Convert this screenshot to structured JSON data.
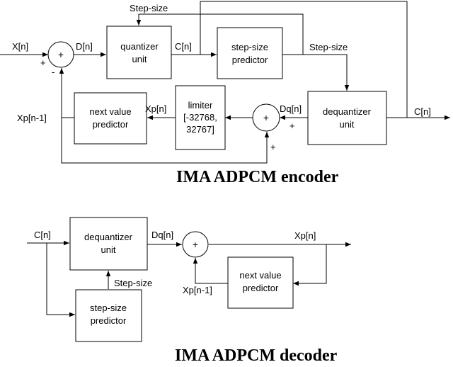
{
  "encoder": {
    "title": "IMA ADPCM encoder",
    "blocks": {
      "quantizer": [
        "quantizer",
        "unit"
      ],
      "step_size_predictor": [
        "step-size",
        "predictor"
      ],
      "dequantizer": [
        "dequantizer",
        "unit"
      ],
      "limiter": [
        "limiter",
        "[-32768,",
        "32767]"
      ],
      "next_value_predictor": [
        "next value",
        "predictor"
      ]
    },
    "signals": {
      "input": "X[n]",
      "difference": "D[n]",
      "code": "C[n]",
      "step_size_top": "Step-size",
      "step_size_right": "Step-size",
      "dq": "Dq[n]",
      "xp": "Xp[n]",
      "xp_prev": "Xp[n-1]",
      "output": "C[n]"
    },
    "summer_symbol": "+",
    "signs": {
      "input_plus": "+",
      "feedback_minus": "-",
      "dq_plus": "+",
      "xp_prev_plus": "+"
    }
  },
  "decoder": {
    "title": "IMA ADPCM decoder",
    "blocks": {
      "dequantizer": [
        "dequantizer",
        "unit"
      ],
      "step_size_predictor": [
        "step-size",
        "predictor"
      ],
      "next_value_predictor": [
        "next value",
        "predictor"
      ]
    },
    "signals": {
      "input": "C[n]",
      "dq": "Dq[n]",
      "xp": "Xp[n]",
      "step_size": "Step-size",
      "xp_prev": "Xp[n-1]"
    },
    "summer_symbol": "+"
  }
}
